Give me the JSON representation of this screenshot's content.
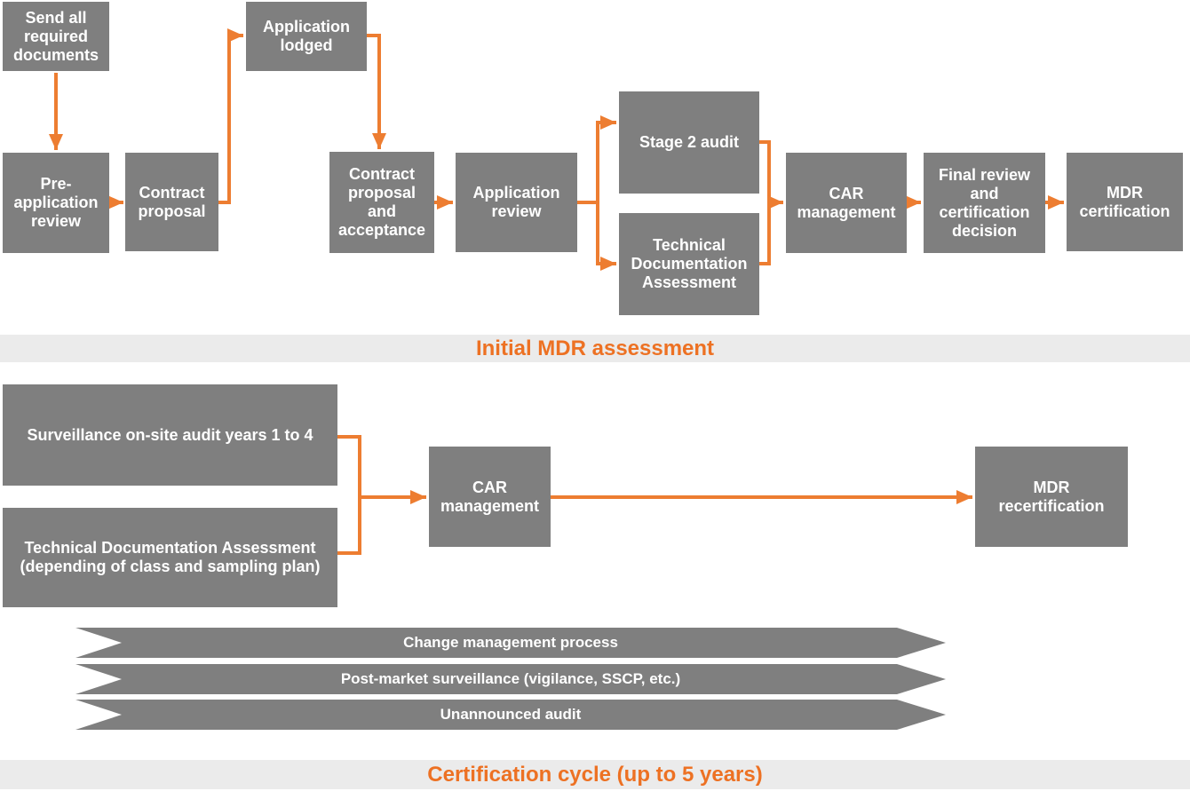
{
  "diagram": {
    "initial_assessment": {
      "band_label": "Initial MDR assessment",
      "boxes": {
        "send_documents": "Send all\nrequired\ndocuments",
        "pre_application_review": "Pre-\napplication\nreview",
        "contract_proposal": "Contract\nproposal",
        "application_lodged": "Application\nlodged",
        "contract_proposal_acceptance": "Contract\nproposal\nand\nacceptance",
        "application_review": "Application\nreview",
        "stage2_audit": "Stage 2 audit",
        "technical_documentation_assessment": "Technical\nDocumentation\nAssessment",
        "car_management": "CAR\nmanagement",
        "final_review": "Final review\nand\ncertification\ndecision",
        "mdr_certification": "MDR\ncertification"
      }
    },
    "certification_cycle": {
      "band_label": "Certification cycle (up to 5 years)",
      "boxes": {
        "surveillance_audit": "Surveillance on-site audit years 1 to 4",
        "technical_documentation_assessment": "Technical Documentation Assessment\n(depending of class and sampling plan)",
        "car_management": "CAR\nmanagement",
        "mdr_recertification": "MDR\nrecertification"
      },
      "banners": {
        "change_management": "Change management process",
        "post_market_surveillance": "Post-market surveillance (vigilance, SSCP, etc.)",
        "unannounced_audit": "Unannounced audit"
      }
    },
    "colors": {
      "box_gray": "#7f7f7f",
      "arrow_orange": "#ed7d31",
      "heading_orange": "#ed7123",
      "band_background": "#ebebeb",
      "box_text": "#ffffff"
    }
  }
}
